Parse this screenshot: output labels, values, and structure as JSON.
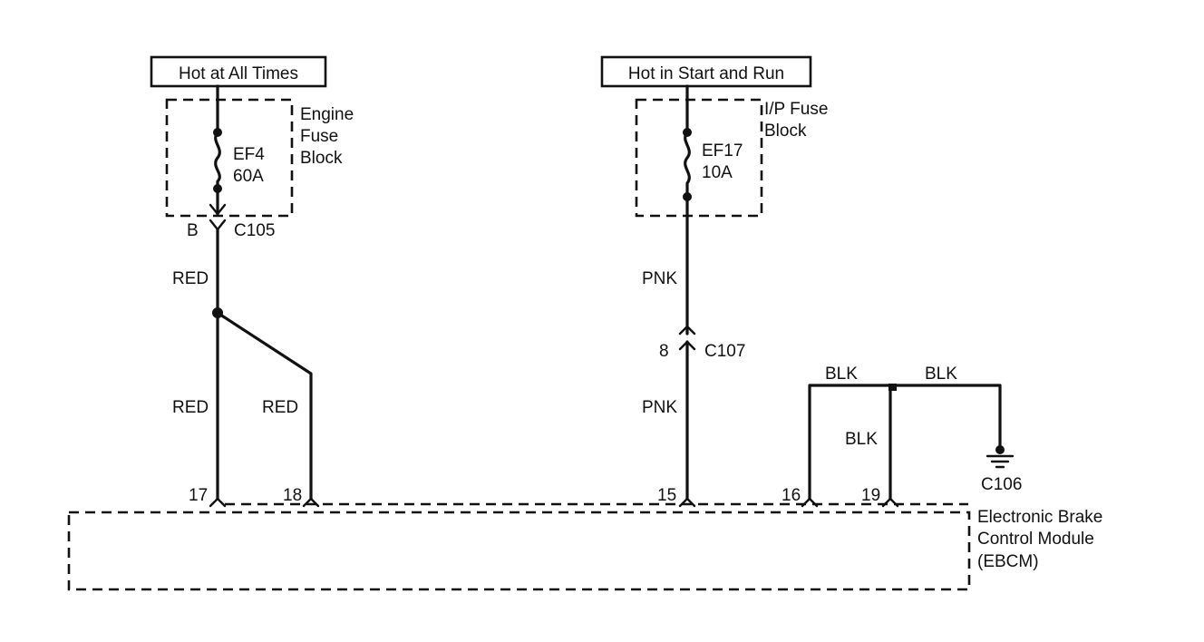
{
  "power_sources": {
    "hot_at_all_times": "Hot at All Times",
    "hot_in_start_and_run": "Hot in Start and Run"
  },
  "fuse_blocks": {
    "engine": {
      "line1": "Engine",
      "line2": "Fuse",
      "line3": "Block"
    },
    "ip": {
      "line1": "I/P Fuse",
      "line2": "Block"
    }
  },
  "fuses": {
    "ef4": {
      "name": "EF4",
      "rating": "60A"
    },
    "ef17": {
      "name": "EF17",
      "rating": "10A"
    }
  },
  "connectors": {
    "c105": {
      "name": "C105",
      "pin": "B"
    },
    "c107": {
      "name": "C107",
      "pin": "8"
    },
    "c106": {
      "name": "C106"
    }
  },
  "wire_colors": {
    "red_upper": "RED",
    "red_left": "RED",
    "red_right": "RED",
    "pnk_upper": "PNK",
    "pnk_lower": "PNK",
    "blk_top_left": "BLK",
    "blk_top_right": "BLK",
    "blk_vertical": "BLK"
  },
  "module_pins": {
    "pin17": "17",
    "pin18": "18",
    "pin15": "15",
    "pin16": "16",
    "pin19": "19"
  },
  "module": {
    "line1": "Electronic Brake",
    "line2": "Control Module",
    "line3": "(EBCM)"
  },
  "colors": {
    "line": "#111111",
    "background": "#ffffff"
  }
}
